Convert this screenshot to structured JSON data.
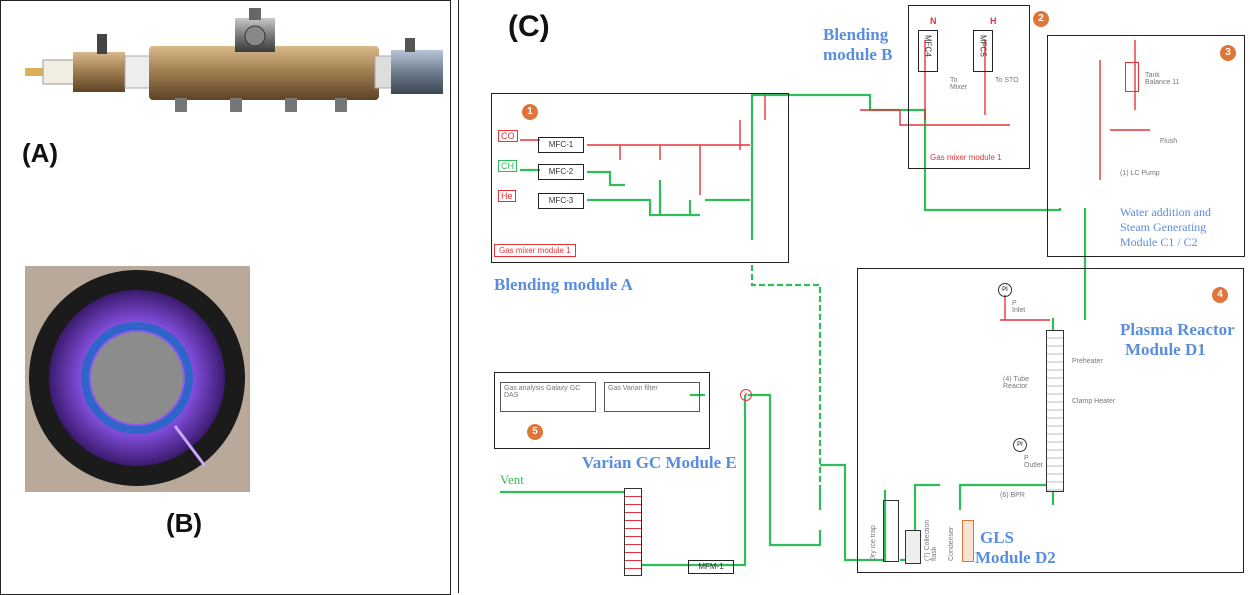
{
  "panels": {
    "a_label": "(A)",
    "b_label": "(B)",
    "c_label": "(C)"
  },
  "modules": {
    "blending_a": "Blending module A",
    "blending_b_line1": "Blending",
    "blending_b_line2": "module B",
    "water_line1": "Water addition and",
    "water_line2": "Steam Generating",
    "water_line3": "Module C1 / C2",
    "plasma_line1": "Plasma Reactor",
    "plasma_line2": "Module D1",
    "gls_line1": "GLS",
    "gls_line2": "Module D2",
    "varian": "Varian GC Module E"
  },
  "badges": [
    "1",
    "2",
    "3",
    "4",
    "5"
  ],
  "blending_a": {
    "gas_inlets": [
      "CO",
      "CH",
      "He"
    ],
    "mfcs": [
      "MFC-1",
      "MFC-2",
      "MFC-3"
    ],
    "mixer_label": "Gas mixer module 1"
  },
  "blending_b": {
    "gas1": "N",
    "gas2": "H",
    "mfc1": "MFC4",
    "mfc2": "MFC5",
    "to_mixer": "To Mixer",
    "to_sto": "To STO",
    "mixer_label": "Gas mixer module 1"
  },
  "water": {
    "tank": "Tank Balance 11",
    "flush": "Flush",
    "pump": "(1) LC Pump"
  },
  "plasma": {
    "preheater": "Preheater",
    "tube_reactor": "(4) Tube Reactor",
    "clamp_heater": "Clamp Heater",
    "p_inlet": "P Inlet",
    "p_outlet": "P Outlet",
    "pi": "PI",
    "bpr": "(6) BPR"
  },
  "gls": {
    "dry_ice_trap": "Dry ice trap",
    "collection_flask": "(7) Collection flask",
    "condenser": "Condenser"
  },
  "gc": {
    "gas_analysis": "Gas analysis Galaxy GC DAS",
    "filter": "Gas Varian filter",
    "vent": "Vent",
    "mfm": "MFM-1"
  },
  "colors": {
    "red_line": "#e8323a",
    "green_line": "#2ebd5a",
    "blue_label": "#5b8ddf",
    "badge": "#e0753a",
    "plasma_purple": "#8a54e8"
  }
}
